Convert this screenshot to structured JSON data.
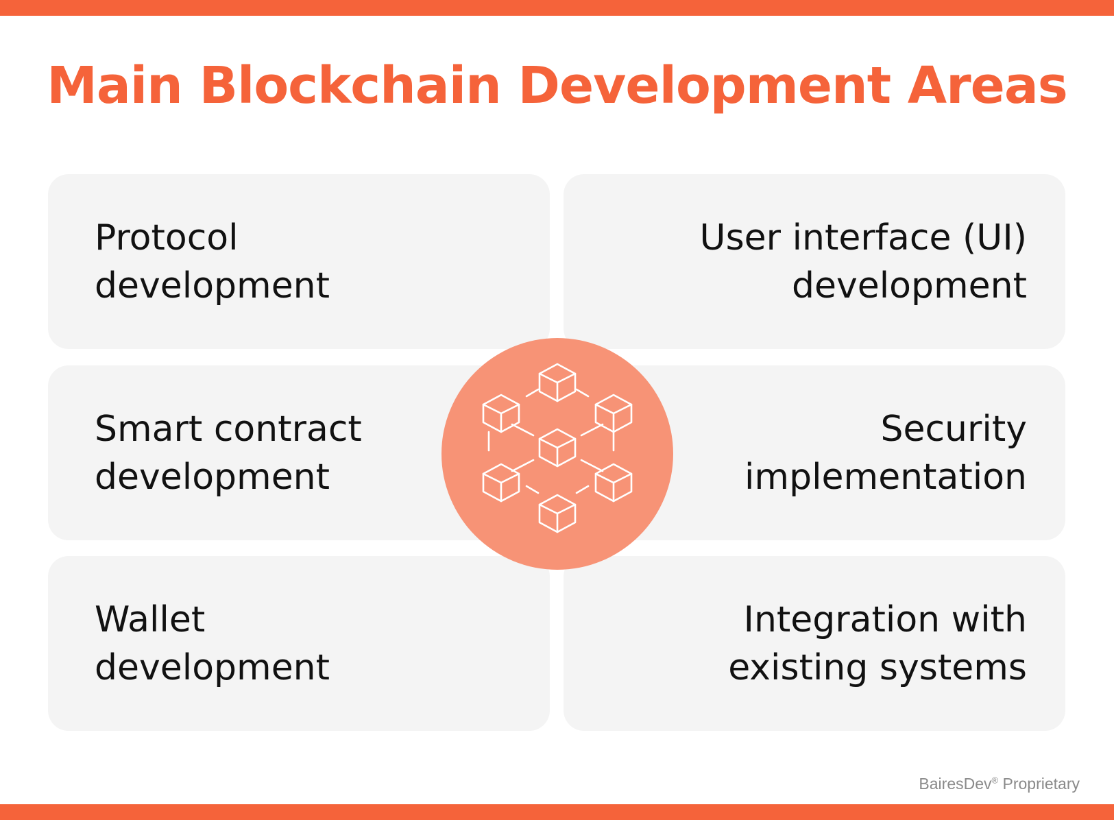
{
  "title": "Main Blockchain Development Areas",
  "areas": {
    "protocol": "Protocol\ndevelopment",
    "ui": "User interface (UI)\ndevelopment",
    "smart_contract": "Smart contract\ndevelopment",
    "security": "Security\nimplementation",
    "wallet": "Wallet\ndevelopment",
    "integration": "Integration with\nexisting systems"
  },
  "footer": {
    "brand": "BairesDev",
    "mark": "®",
    "suffix": " Proprietary"
  },
  "colors": {
    "accent": "#f5633a",
    "hub": "#f79376",
    "card": "#f4f4f4",
    "text": "#111111"
  },
  "icon": "blockchain-network-icon"
}
